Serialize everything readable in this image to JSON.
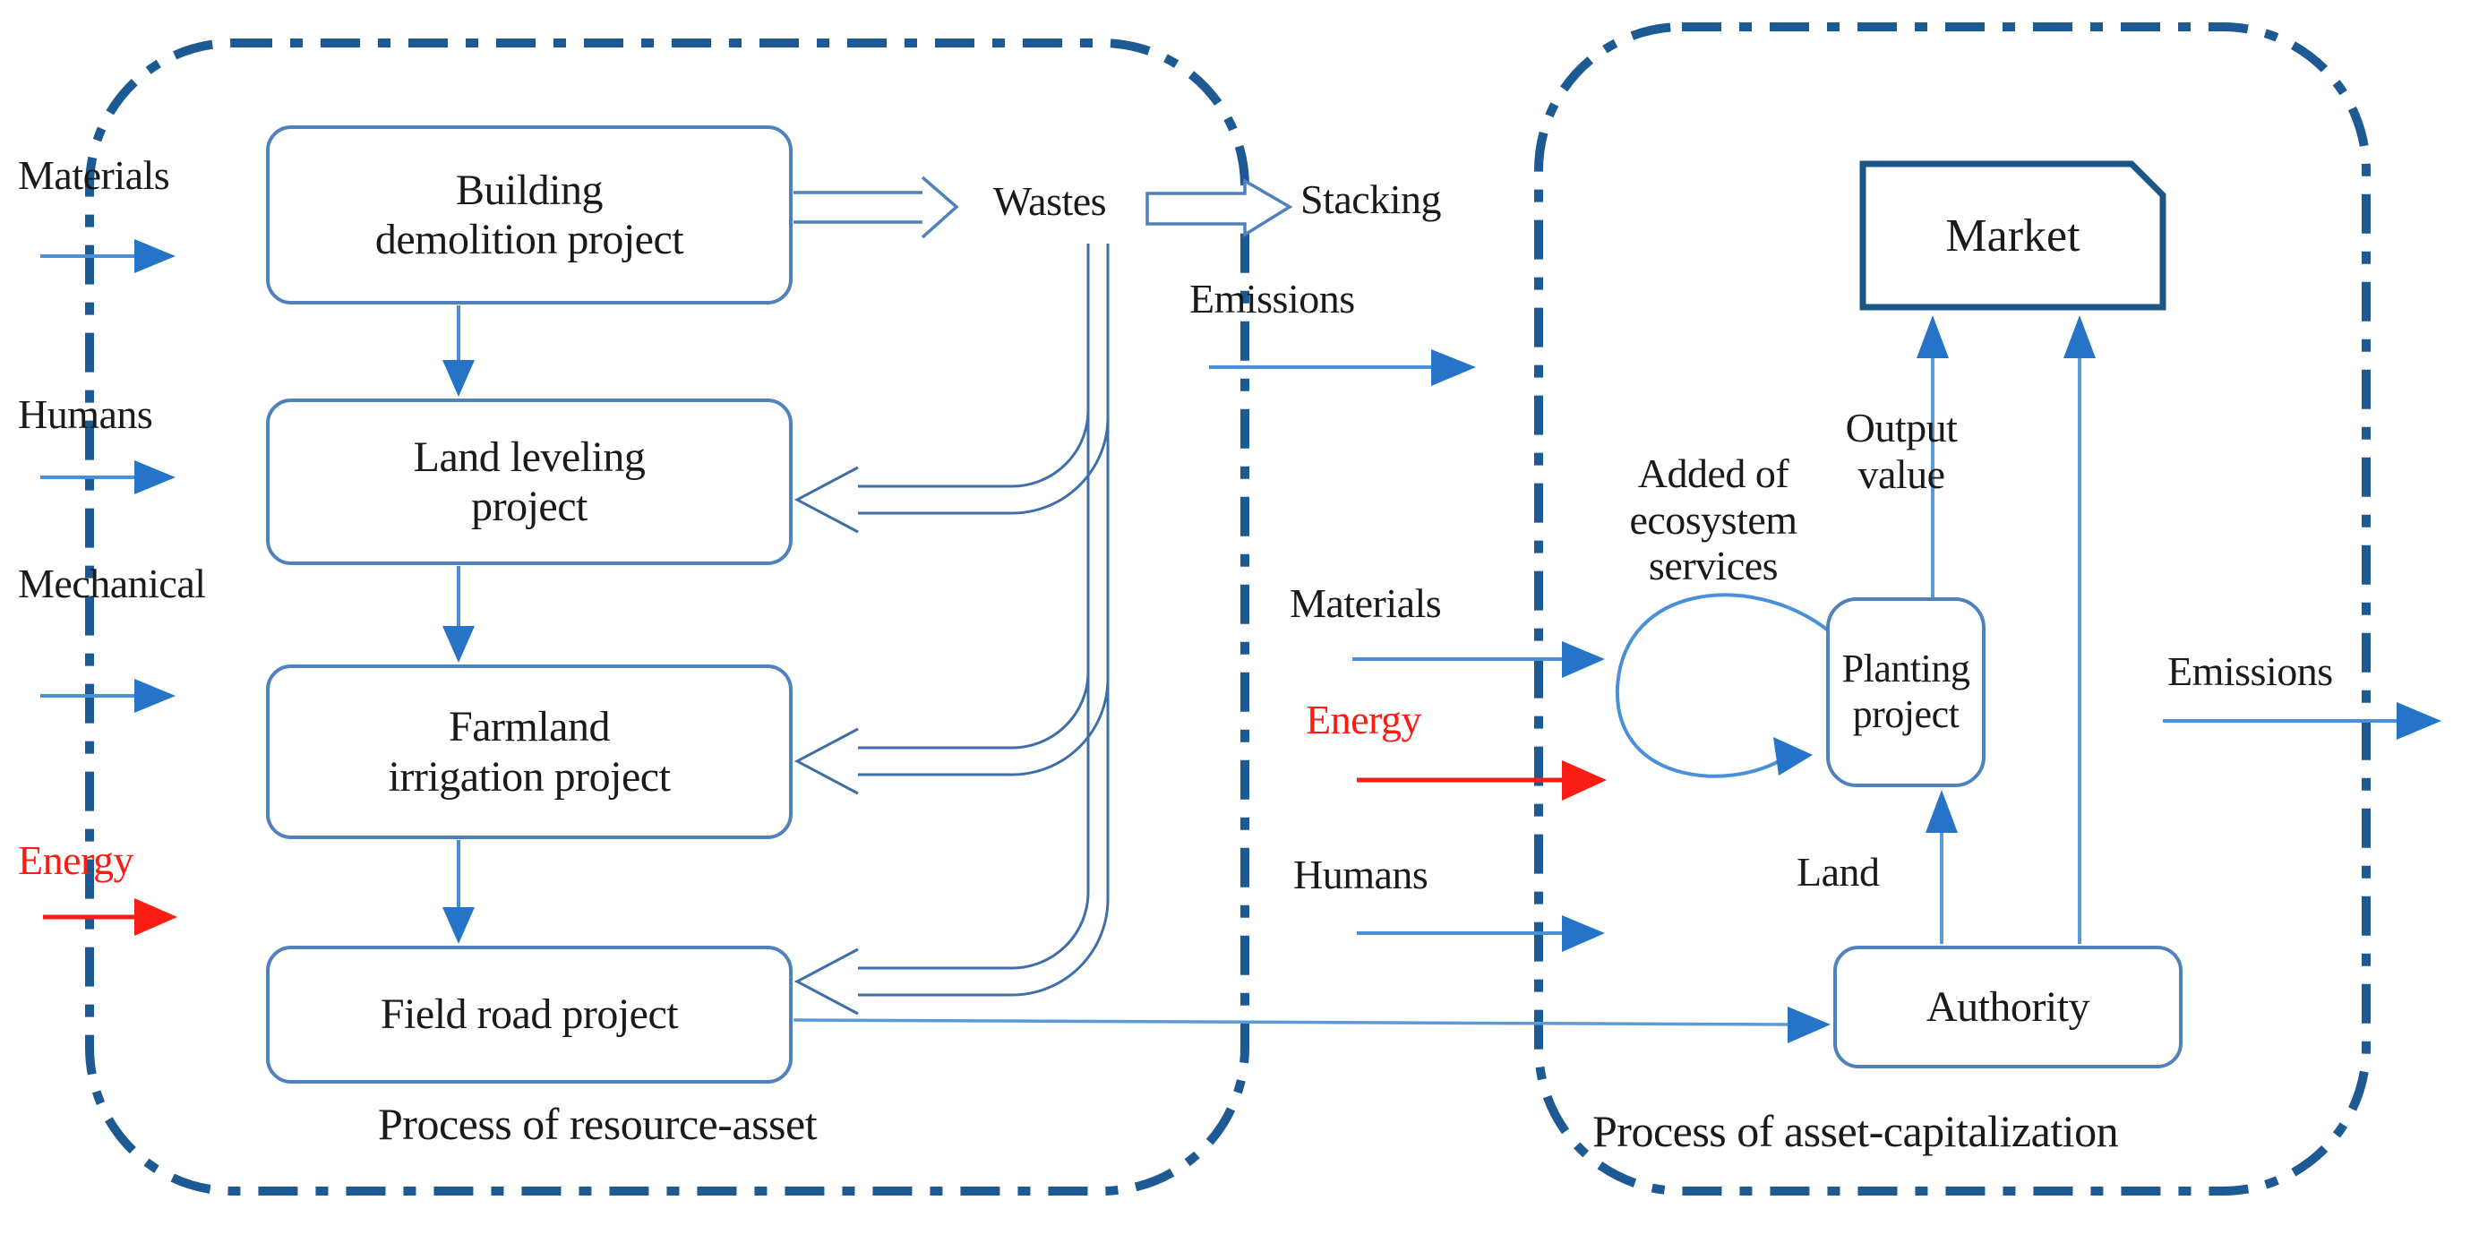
{
  "figure": {
    "left_region": {
      "caption": "Process of resource-asset",
      "inputs": {
        "materials": "Materials",
        "humans": "Humans",
        "mechanical": "Mechanical",
        "energy": "Energy"
      },
      "nodes": {
        "building": "Building\ndemolition project",
        "land_leveling": "Land leveling\nproject",
        "farmland": "Farmland\nirrigation project",
        "field_road": "Field road project"
      },
      "wastes": "Wastes",
      "stacking": "Stacking",
      "emissions": "Emissions"
    },
    "middle_inputs": {
      "materials": "Materials",
      "energy": "Energy",
      "humans": "Humans"
    },
    "right_region": {
      "caption": "Process of asset-capitalization",
      "market": "Market",
      "planting": "Planting\nproject",
      "authority": "Authority",
      "added_ecosystem": "Added of\necosystem\nservices",
      "output_value": "Output\nvalue",
      "land": "Land",
      "emissions": "Emissions"
    },
    "colors": {
      "region_border": "#1d5a94",
      "node_border": "#4f81bd",
      "market_border": "#1b5687",
      "arrow_shaft": "#4a90d9",
      "arrow_head": "#2574c8",
      "energy_red": "#f91d15",
      "text": "#1a1a1a"
    }
  }
}
